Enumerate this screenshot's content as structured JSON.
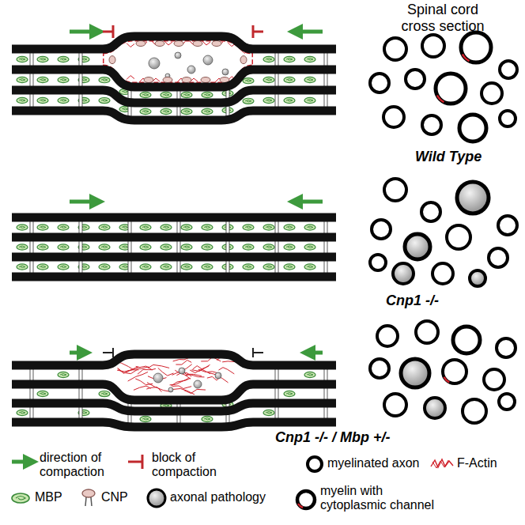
{
  "diagram": {
    "labels": [
      "Spinal cord cross section",
      "Wild Type",
      "Cnp1 -/-",
      "Cnp1 -/- / Mbp +/-"
    ],
    "legend": [
      {
        "text": "direction of compaction"
      },
      {
        "text": "block of compaction"
      },
      {
        "text": "myelinated axon"
      },
      {
        "text": "F-Actin"
      },
      {
        "text": "MBP"
      },
      {
        "text": "CNP"
      },
      {
        "text": "axonal pathology"
      },
      {
        "text": "myelin with cytoplasmic channel"
      }
    ]
  }
}
